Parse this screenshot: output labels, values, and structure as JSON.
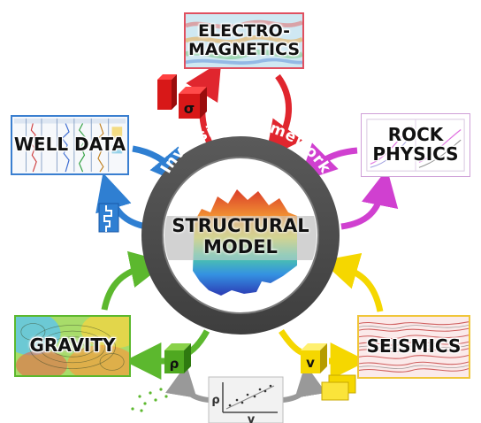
{
  "center": {
    "ring_title": "Inversion Framework",
    "model_line1": "STRUCTURAL",
    "model_line2": "MODEL"
  },
  "nodes": {
    "electromagnetics": {
      "line1": "ELECTRO-",
      "line2": "MAGNETICS",
      "symbol": "σ",
      "color": "#e0262e"
    },
    "well_data": {
      "label": "WELL DATA",
      "color": "#3a7fd0"
    },
    "rock_physics": {
      "line1": "ROCK",
      "line2": "PHYSICS",
      "color": "#d040d0"
    },
    "gravity": {
      "label": "GRAVITY",
      "symbol": "ρ",
      "color": "#5cb82e"
    },
    "seismics": {
      "label": "SEISMICS",
      "symbol": "v",
      "color": "#f0d000"
    }
  },
  "crossplot": {
    "ylabel": "ρ",
    "xlabel": "v",
    "color": "#999999"
  },
  "colors": {
    "ring": "#555555",
    "ring_inner": "#d6d6d6",
    "ring_text": "#ffffff",
    "em_arrow": "#e0262e",
    "well_arrow": "#2f7fd2",
    "rock_arrow": "#d040d0",
    "grav_arrow": "#5cb82e",
    "seis_arrow": "#f5d700",
    "cross_arrow": "#999999"
  }
}
